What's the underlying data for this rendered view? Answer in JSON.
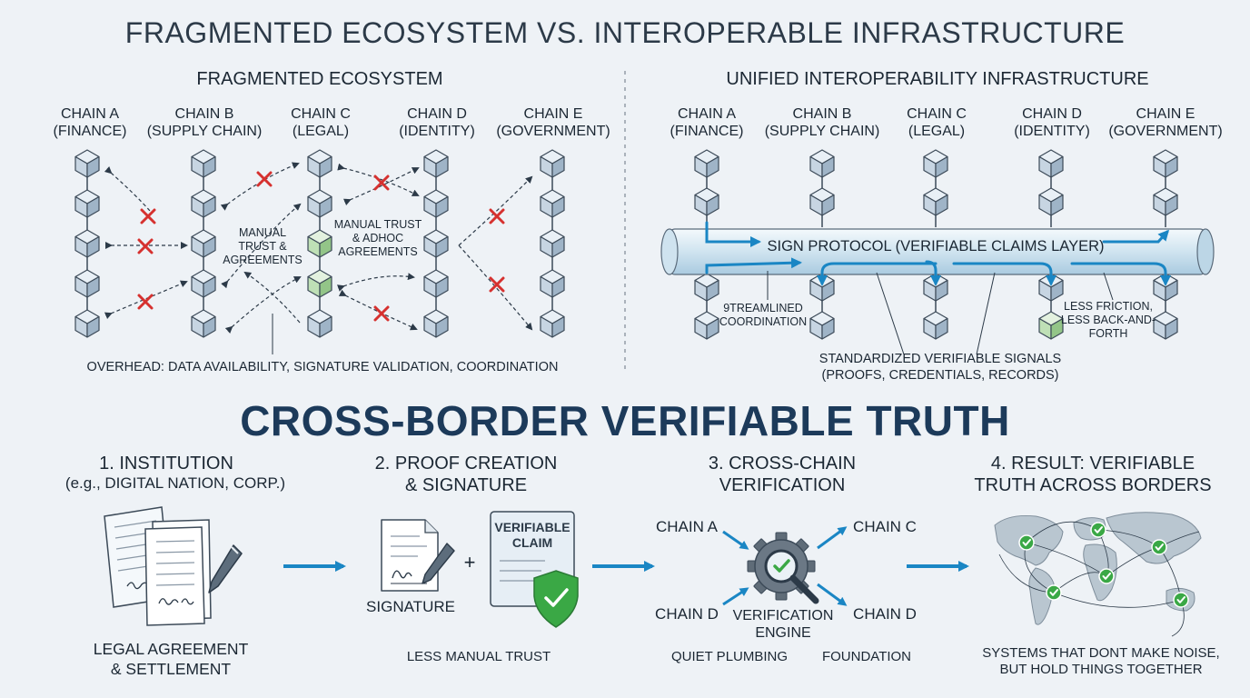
{
  "title": "FRAGMENTED ECOSYSTEM VS. INTEROPERABLE INFRASTRUCTURE",
  "fragmented": {
    "title": "FRAGMENTED ECOSYSTEM",
    "chains": [
      {
        "name": "CHAIN A",
        "domain": "(FINANCE)"
      },
      {
        "name": "CHAIN B",
        "domain": "(SUPPLY CHAIN)"
      },
      {
        "name": "CHAIN C",
        "domain": "(LEGAL)"
      },
      {
        "name": "CHAIN D",
        "domain": "(IDENTITY)"
      },
      {
        "name": "CHAIN E",
        "domain": "(GOVERNMENT)"
      }
    ],
    "label_manual_trust_1": [
      "MANUAL",
      "TRUST &",
      "AGREEMENTS"
    ],
    "label_manual_trust_2": [
      "MANUAL TRUST",
      "& ADHOC",
      "AGREEMENTS"
    ],
    "overhead": "OVERHEAD: DATA AVAILABILITY, SIGNATURE VALIDATION, COORDINATION"
  },
  "unified": {
    "title": "UNIFIED INTEROPERABILITY INFRASTRUCTURE",
    "chains": [
      {
        "name": "CHAIN A",
        "domain": "(FINANCE)"
      },
      {
        "name": "CHAIN B",
        "domain": "(SUPPLY CHAIN)"
      },
      {
        "name": "CHAIN C",
        "domain": "(LEGAL)"
      },
      {
        "name": "CHAIN D",
        "domain": "(IDENTITY)"
      },
      {
        "name": "CHAIN E",
        "domain": "(GOVERNMENT)"
      }
    ],
    "protocol_label": "SIGN PROTOCOL (VERIFIABLE CLAIMS LAYER)",
    "label_streamlined": [
      "9TREAMLINED",
      "COORDINATION"
    ],
    "label_friction": [
      "LESS FRICTION,",
      "LESS BACK-AND-",
      "FORTH"
    ],
    "label_signals": [
      "STANDARDIZED VERIFIABLE SIGNALS",
      "(PROOFS, CREDENTIALS, RECORDS)"
    ]
  },
  "cross_border": {
    "title": "CROSS-BORDER VERIFIABLE TRUTH",
    "step1": {
      "title": "1. INSTITUTION",
      "subtitle": "(e.g., DIGITAL NATION, CORP.)",
      "caption": [
        "LEGAL AGREEMENT",
        "& SETTLEMENT"
      ]
    },
    "step2": {
      "title": [
        "2. PROOF CREATION",
        "& SIGNATURE"
      ],
      "signature_label": "SIGNATURE",
      "plus": "+",
      "claim_label": [
        "VERIFIABLE",
        "CLAIM"
      ],
      "caption": "LESS MANUAL TRUST"
    },
    "step3": {
      "title": [
        "3. CROSS-CHAIN",
        "VERIFICATION"
      ],
      "chain_a": "CHAIN A",
      "chain_c": "CHAIN C",
      "chain_d_left": "CHAIN D",
      "chain_d_right": "CHAIN D",
      "engine": [
        "VERIFICATION",
        "ENGINE"
      ],
      "caption_left": "QUIET PLUMBING",
      "caption_right": "FOUNDATION"
    },
    "step4": {
      "title": [
        "4. RESULT: VERIFIABLE",
        "TRUTH ACROSS BORDERS"
      ],
      "caption": [
        "SYSTEMS THAT DONT MAKE NOISE,",
        "BUT HOLD THINGS TOGETHER"
      ]
    }
  },
  "colors": {
    "accent_blue": "#1a86c4",
    "cross_red": "#d6312f",
    "check_green": "#3aa845",
    "block_fill": "#d6e3ee",
    "block_edge": "#3c4a58",
    "dark_navy": "#1c3a5a"
  },
  "icons": [
    "cube-block-icon",
    "red-x-icon",
    "documents-icon",
    "pen-icon",
    "signed-document-icon",
    "verifiable-claim-card-icon",
    "shield-check-icon",
    "gear-magnifier-icon",
    "world-map-icon",
    "green-check-icon",
    "arrow-icon"
  ]
}
